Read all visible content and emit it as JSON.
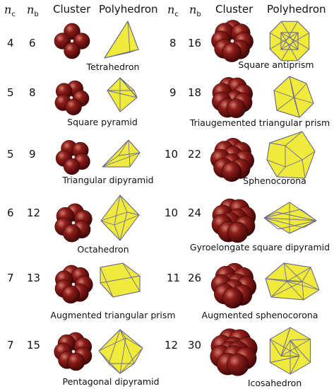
{
  "headers": {
    "nc": "n",
    "nc_sub": "c",
    "nb": "n",
    "nb_sub": "b",
    "cluster": "Cluster",
    "polyhedron": "Polyhedron"
  },
  "entries": [
    {
      "nc": "4",
      "nb": "6",
      "name": "Tetrahedron",
      "color_sphere": "#7a1414",
      "color_face": "#f0ea3c"
    },
    {
      "nc": "5",
      "nb": "8",
      "name": "Square pyramid"
    },
    {
      "nc": "5",
      "nb": "9",
      "name": "Triangular dipyramid"
    },
    {
      "nc": "6",
      "nb": "12",
      "name": "Octahedron"
    },
    {
      "nc": "7",
      "nb": "13",
      "name": "Augmented triangular prism"
    },
    {
      "nc": "7",
      "nb": "15",
      "name": "Pentagonal dipyramid"
    },
    {
      "nc": "8",
      "nb": "16",
      "name": "Square antiprism"
    },
    {
      "nc": "9",
      "nb": "18",
      "name": "Triaugemented triangular prism"
    },
    {
      "nc": "10",
      "nb": "22",
      "name": "Sphenocorona"
    },
    {
      "nc": "10",
      "nb": "24",
      "name": "Gyroelongate square dipyramid"
    },
    {
      "nc": "11",
      "nb": "26",
      "name": "Augmented sphenocorona"
    },
    {
      "nc": "12",
      "nb": "30",
      "name": "Icosahedron"
    }
  ]
}
